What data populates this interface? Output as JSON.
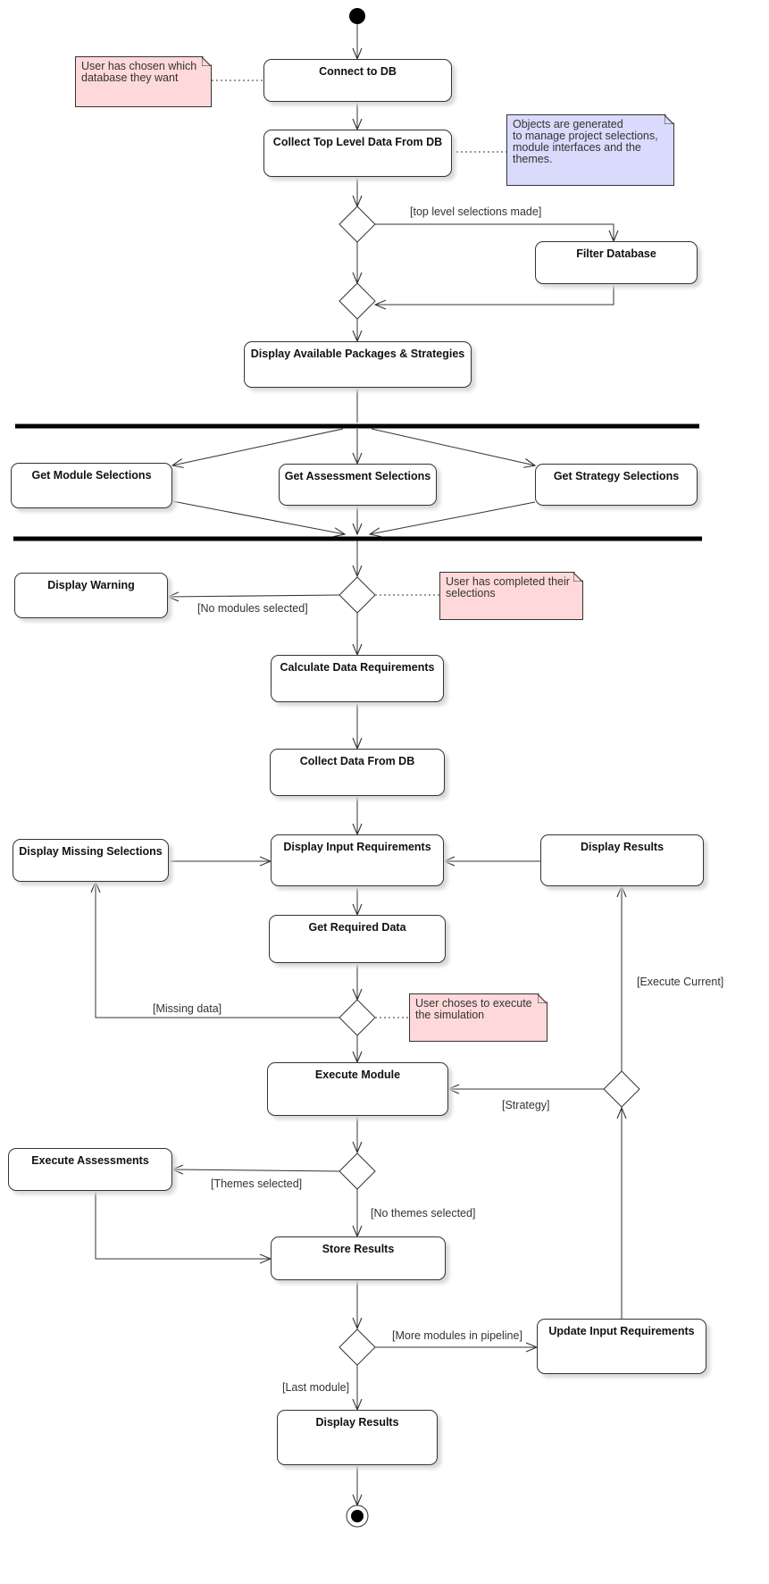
{
  "diagram": {
    "colors": {
      "line": "#333333",
      "bar": "#000000",
      "note_pink": "#ffd9d9",
      "note_blue": "#dadafc",
      "shadow": "#d8d8d8"
    },
    "start_icon": "initial-node-filled-circle",
    "end_icon": "final-node-bullseye",
    "decision_icon": "decision-diamond",
    "fork_icon": "fork-join-bar",
    "actions": {
      "connect_db": "Connect to DB",
      "collect_top": "Collect Top Level Data From DB",
      "filter_db": "Filter Database",
      "display_packages": "Display Available Packages & Strategies",
      "get_module": "Get Module Selections",
      "get_assessment": "Get Assessment Selections",
      "get_strategy": "Get Strategy Selections",
      "display_warning": "Display Warning",
      "calc_requirements": "Calculate Data Requirements",
      "collect_data": "Collect Data From DB",
      "display_missing": "Display Missing Selections",
      "display_input": "Display Input Requirements",
      "display_results_right": "Display Results",
      "get_required": "Get Required Data",
      "execute_module": "Execute Module",
      "execute_assessments": "Execute Assessments",
      "store_results": "Store Results",
      "update_input": "Update Input Requirements",
      "display_results_final": "Display Results"
    },
    "notes": {
      "db_chosen": [
        "User has chosen which",
        "database they want"
      ],
      "objects_generated": [
        "Objects are generated",
        "to manage project selections,",
        "module interfaces and the",
        "themes."
      ],
      "selections_completed": [
        "User has completed their",
        "selections"
      ],
      "execute_simulation": [
        "User choses to execute",
        "the simulation"
      ]
    },
    "guards": {
      "top_level": "[top level selections made]",
      "no_modules": "[No modules selected]",
      "missing_data": "[Missing data]",
      "execute_current": "[Execute Current]",
      "strategy": "[Strategy]",
      "themes_selected": "[Themes selected]",
      "no_themes": "[No themes selected]",
      "more_modules": "[More modules in pipeline]",
      "last_module": "[Last module]"
    }
  }
}
